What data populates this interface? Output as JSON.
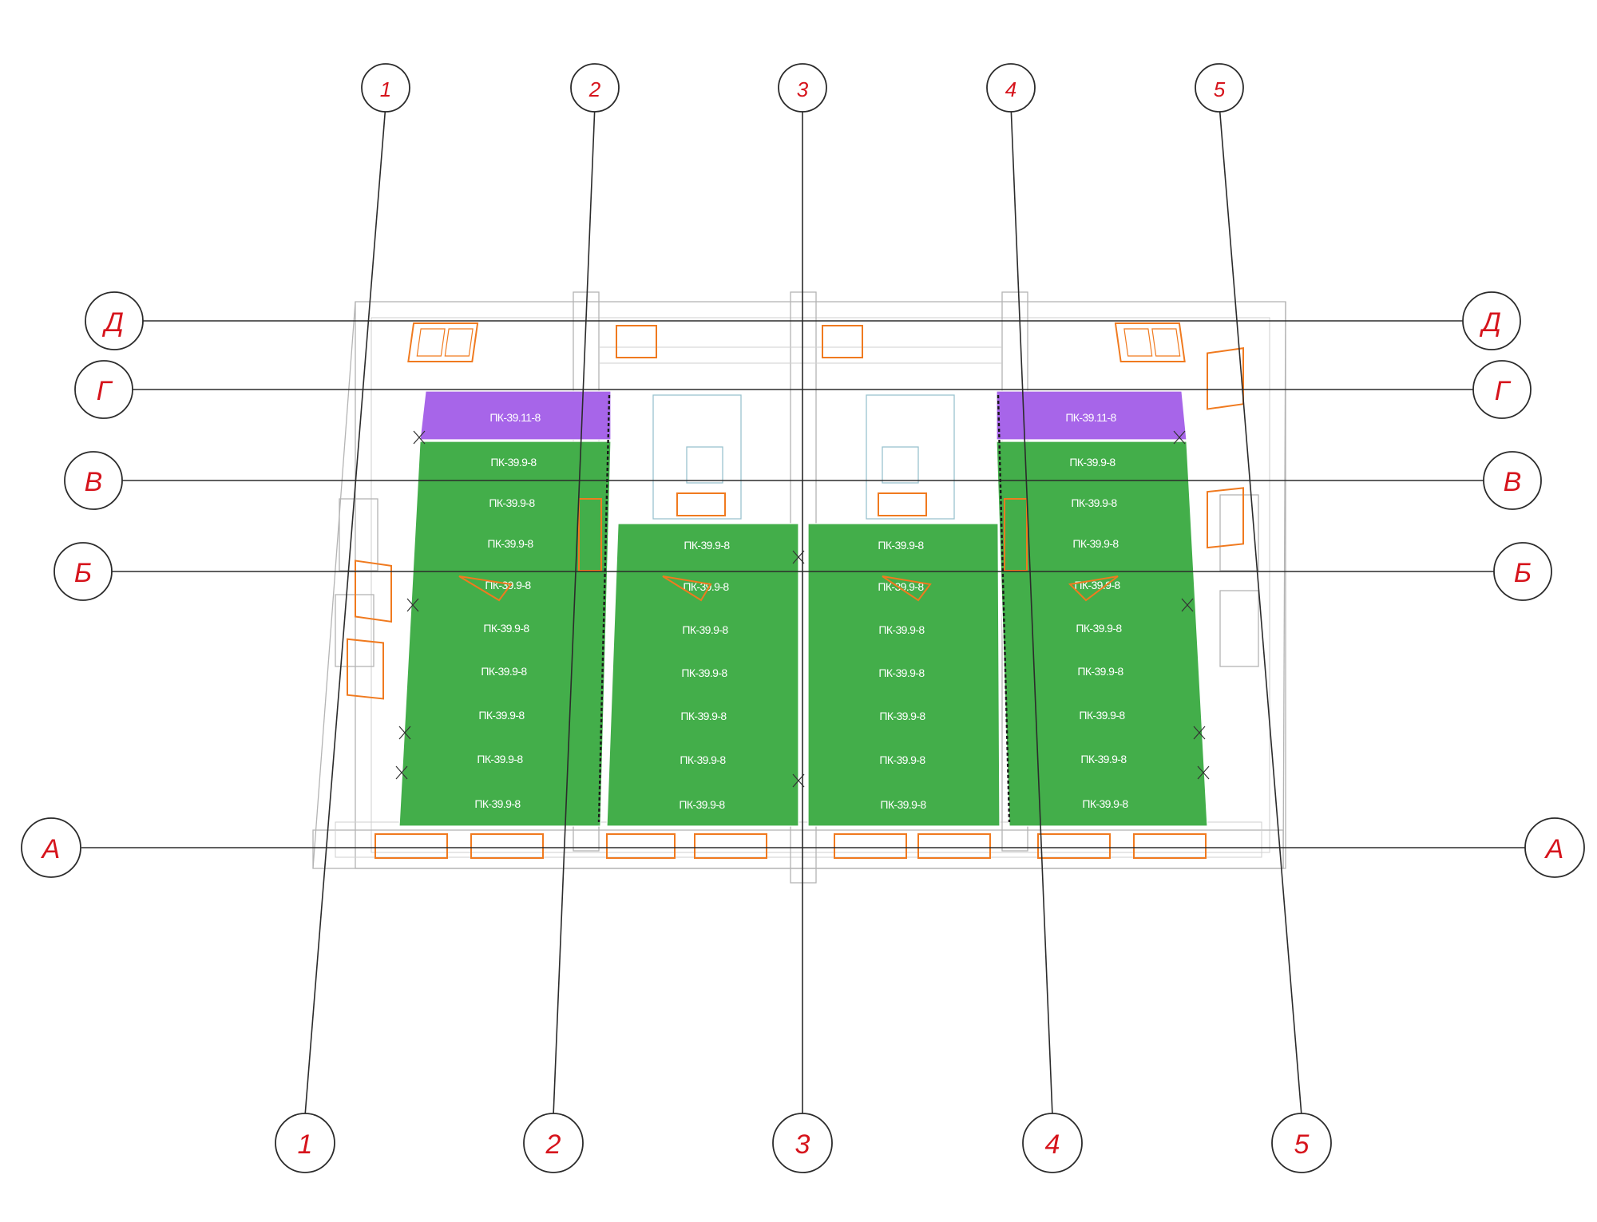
{
  "colors": {
    "slab_green": "#43ae4a",
    "slab_purple": "#a765e9",
    "axis_text": "#d6141c",
    "window": "#f07a1f",
    "wall": "#b4b4b4"
  },
  "axes": {
    "vertical": [
      "1",
      "2",
      "3",
      "4",
      "5"
    ],
    "horizontal": [
      "Д",
      "Г",
      "В",
      "Б",
      "А"
    ]
  },
  "slabs": {
    "bay1": {
      "top": "ПК-39.11-8",
      "rows": [
        "ПК-39.9-8",
        "ПК-39.9-8",
        "ПК-39.9-8",
        "ПК-39.9-8",
        "ПК-39.9-8",
        "ПК-39.9-8",
        "ПК-39.9-8",
        "ПК-39.9-8",
        "ПК-39.9-8"
      ]
    },
    "bay2": {
      "rows": [
        "ПК-39.9-8",
        "ПК-39.9-8",
        "ПК-39.9-8",
        "ПК-39.9-8",
        "ПК-39.9-8",
        "ПК-39.9-8",
        "ПК-39.9-8"
      ]
    },
    "bay3": {
      "rows": [
        "ПК-39.9-8",
        "ПК-39.9-8",
        "ПК-39.9-8",
        "ПК-39.9-8",
        "ПК-39.9-8",
        "ПК-39.9-8",
        "ПК-39.9-8"
      ]
    },
    "bay4": {
      "top": "ПК-39.11-8",
      "rows": [
        "ПК-39.9-8",
        "ПК-39.9-8",
        "ПК-39.9-8",
        "ПК-39.9-8",
        "ПК-39.9-8",
        "ПК-39.9-8",
        "ПК-39.9-8",
        "ПК-39.9-8",
        "ПК-39.9-8"
      ]
    }
  }
}
